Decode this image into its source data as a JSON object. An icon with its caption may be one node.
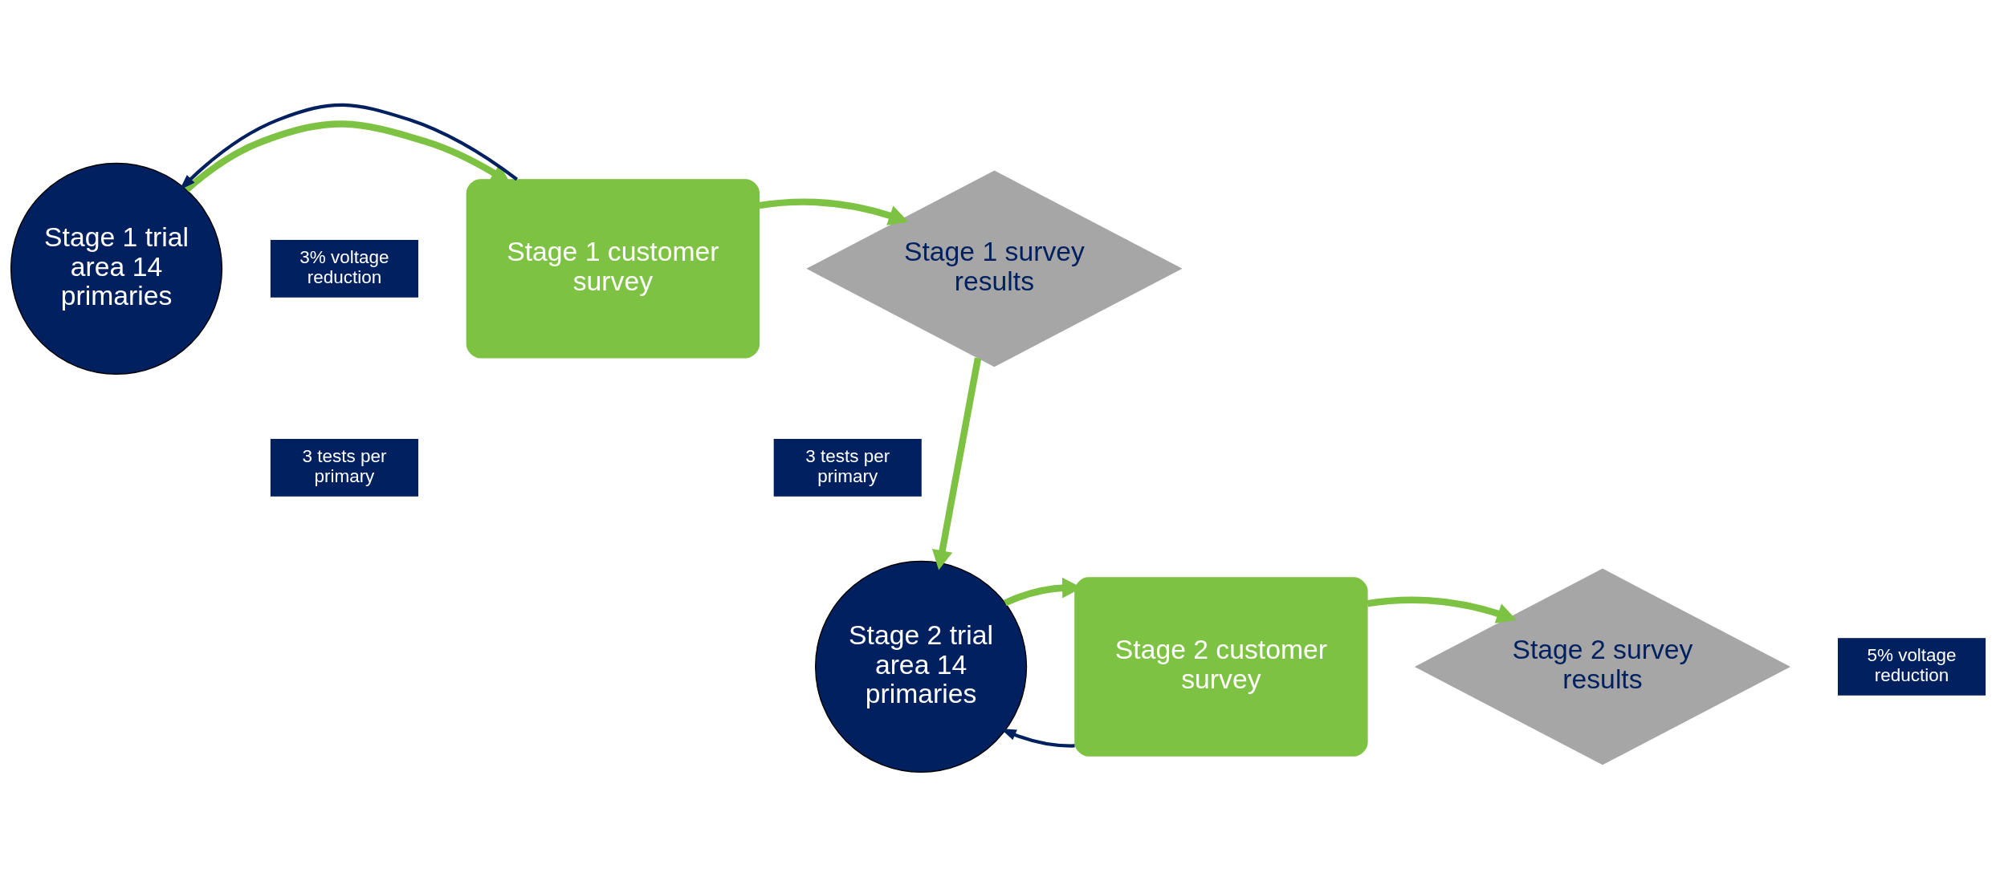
{
  "diagram": {
    "nodes": [
      {
        "text": [
          "Stage 1 trial area 14 primaries"
        ]
      },
      {
        "text": [
          "Stage 1 customer survey"
        ]
      },
      {
        "text": [
          "Stage 1 survey results"
        ]
      },
      {
        "text": [
          "Stage 2 trial area 14 primaries"
        ]
      },
      {
        "text": [
          "Stage 2 customer survey"
        ]
      },
      {
        "text": [
          "Stage 2 survey results"
        ]
      },
      {
        "text": [
          "3% voltage reduction"
        ]
      },
      {
        "text": [
          "3 tests per primary"
        ]
      },
      {
        "text": [
          "3 tests per primary"
        ]
      },
      {
        "text": [
          "5% voltage reduction"
        ]
      }
    ],
    "edges": [
      {
        "from": 0,
        "to": 1,
        "arrow": "to"
      },
      {
        "from": 1,
        "to": 0,
        "arrow": "to",
        "color": "#002060"
      },
      {
        "from": 1,
        "to": 2,
        "arrow": "to"
      },
      {
        "from": 2,
        "to": 3,
        "arrow": "to"
      },
      {
        "from": 4,
        "to": 3,
        "arrow": "to",
        "color": "#002060"
      },
      {
        "from": 3,
        "to": 4,
        "arrow": "to"
      },
      {
        "from": 4,
        "to": 5,
        "arrow": "to"
      }
    ]
  }
}
